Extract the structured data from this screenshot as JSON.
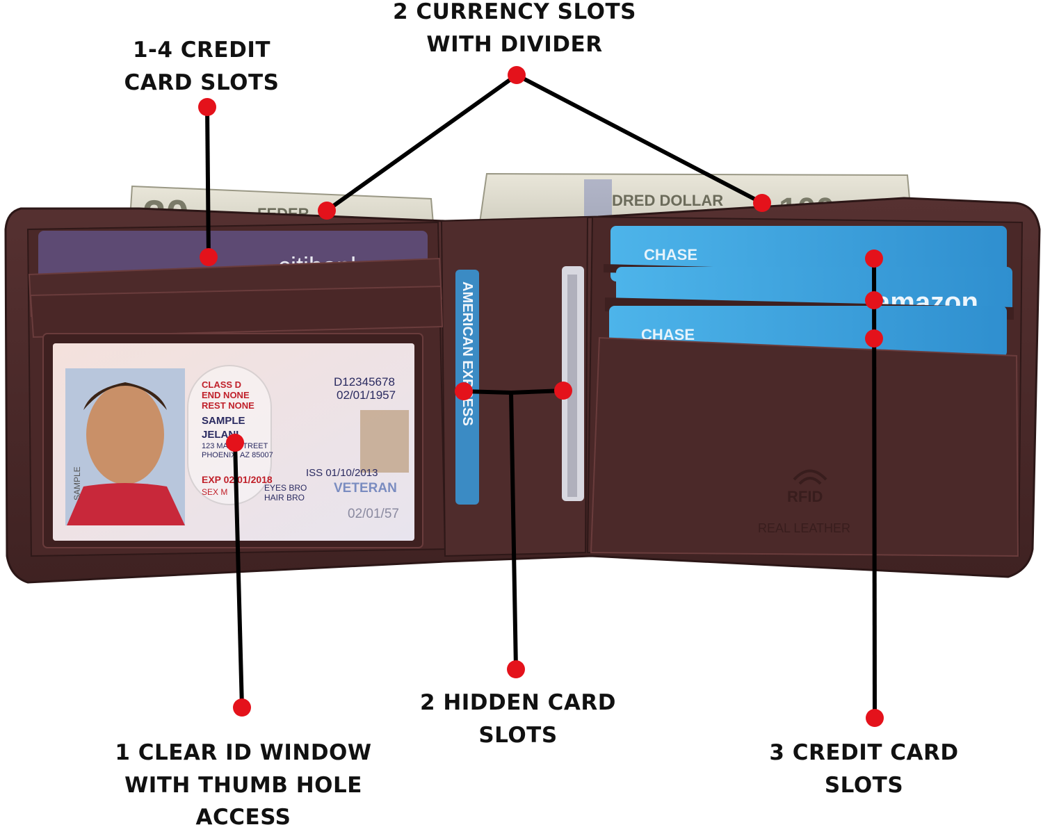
{
  "colors": {
    "leather": "#4b2a2a",
    "leather_dark": "#3a1f1f",
    "marker": "#e4121b",
    "line": "#000000",
    "card_blue": "#3aa2dc"
  },
  "callouts": {
    "currency": [
      "2 CURRENCY SLOTS",
      "WITH DIVIDER"
    ],
    "credit_left": [
      "1-4 CREDIT",
      "CARD SLOTS"
    ],
    "hidden": [
      "2 HIDDEN CARD",
      "SLOTS"
    ],
    "id_window": [
      "1 CLEAR ID WINDOW",
      "WITH THUMB HOLE",
      "ACCESS"
    ],
    "credit_right": [
      "3 CREDIT CARD",
      "SLOTS"
    ]
  },
  "bills": {
    "left_denomination": "20",
    "left_fragment": "FEDER",
    "right_denomination": "100",
    "right_fragment": "DRED DOLLAR"
  },
  "cards": {
    "left_card": "citibank",
    "middle_card": "AMERICAN EXPRESS",
    "right_cards": [
      "CHASE",
      "amazon",
      "CHASE"
    ]
  },
  "id_card": {
    "class": "CLASS D",
    "end": "END  NONE",
    "rest": "REST NONE",
    "name1": "SAMPLE",
    "name2": "JELANI",
    "address1": "123 MAIN STREET",
    "address2": "PHOENIX, AZ 85007",
    "dln": "D12345678",
    "dob": "02/01/1957",
    "exp": "EXP 02/01/2018",
    "iss": "ISS 01/10/2013",
    "sex": "SEX M",
    "eyes": "EYES BRO",
    "hair": "HAIR BRO",
    "veteran": "VETERAN",
    "date_bottom": "02/01/57",
    "side": "SAMPLE"
  },
  "branding": {
    "rfid": "RFID",
    "maker": "REAL LEATHER"
  }
}
